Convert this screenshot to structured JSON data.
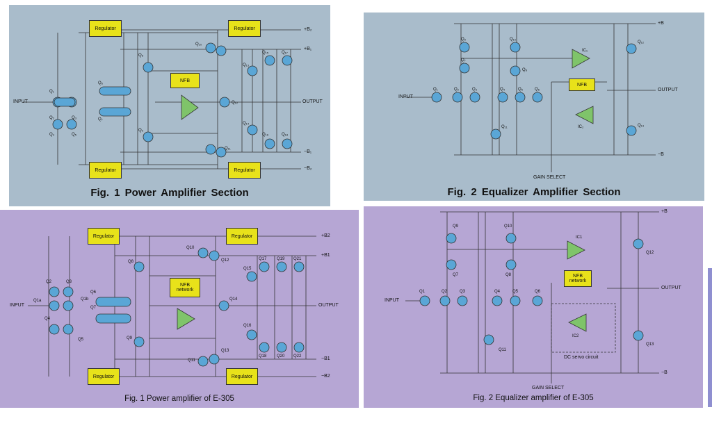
{
  "colors": {
    "top_panel_bg": "#a9bccb",
    "bottom_panel_bg": "#b6a6d4",
    "regulator_fill": "#e8e21a",
    "transistor_fill": "#5aa6d6",
    "opamp_fill": "#7fc46a",
    "wire": "#333333"
  },
  "fig1_top": {
    "caption": "Fig. 1   Power Amplifier Section",
    "regulator_label": "Regulator",
    "nfb_label": "NFB",
    "input_label": "INPUT",
    "output_label": "OUTPUT",
    "rails": [
      "+B₂",
      "+B₁",
      "−B₁",
      "−B₂"
    ],
    "transistors": [
      "Q₁",
      "Q₂",
      "Q₃",
      "Q₄",
      "Q₅",
      "Q₆",
      "Q₇",
      "Q₈",
      "Q₉",
      "Q₁₀",
      "Q₁₁",
      "Q₁₂",
      "Q₁₃",
      "Q₁₄",
      "Q₁₅",
      "Q₁₆",
      "Q₁₇",
      "Q₁₈"
    ]
  },
  "fig2_top": {
    "caption": "Fig. 2   Equalizer Amplifier Section",
    "nfb_label": "NFB",
    "input_label": "INPUT",
    "output_label": "OUTPUT",
    "gain_select_label": "GAIN SELECT",
    "rails": [
      "+B",
      "−B"
    ],
    "ic_labels": [
      "IC₁",
      "IC₂"
    ],
    "transistors": [
      "Q₁",
      "Q₂",
      "Q₃",
      "Q₄",
      "Q₅",
      "Q₆",
      "Q₇",
      "Q₈",
      "Q₉",
      "Q₁₀",
      "Q₁₁",
      "Q₁₂",
      "Q₁₃"
    ]
  },
  "fig1_bottom": {
    "caption": "Fig. 1  Power amplifier of E-305",
    "regulator_label": "Regulator",
    "nfb_label_line1": "NFB",
    "nfb_label_line2": "network",
    "input_label": "INPUT",
    "output_label": "OUTPUT",
    "rails": [
      "+B2",
      "+B1",
      "−B1",
      "−B2"
    ],
    "transistors": [
      "Q2",
      "Q3",
      "Q1a",
      "Q1b",
      "Q4",
      "Q5",
      "Q6",
      "Q7",
      "Q8",
      "Q9",
      "Q10",
      "Q11",
      "Q12",
      "Q13",
      "Q14",
      "Q15",
      "Q16",
      "Q17",
      "Q18",
      "Q19",
      "Q20",
      "Q21",
      "Q22"
    ]
  },
  "fig2_bottom": {
    "caption": "Fig. 2  Equalizer amplifier of E-305",
    "nfb_label_line1": "NFB",
    "nfb_label_line2": "network",
    "input_label": "INPUT",
    "output_label": "OUTPUT",
    "gain_select_label": "GAIN SELECT",
    "dc_servo_label": "DC servo circuit",
    "rails": [
      "+B",
      "−B"
    ],
    "ic_labels": [
      "IC1",
      "IC2"
    ],
    "transistors": [
      "Q1",
      "Q2",
      "Q3",
      "Q4",
      "Q5",
      "Q6",
      "Q7",
      "Q8",
      "Q9",
      "Q10",
      "Q11",
      "Q12",
      "Q13"
    ]
  }
}
